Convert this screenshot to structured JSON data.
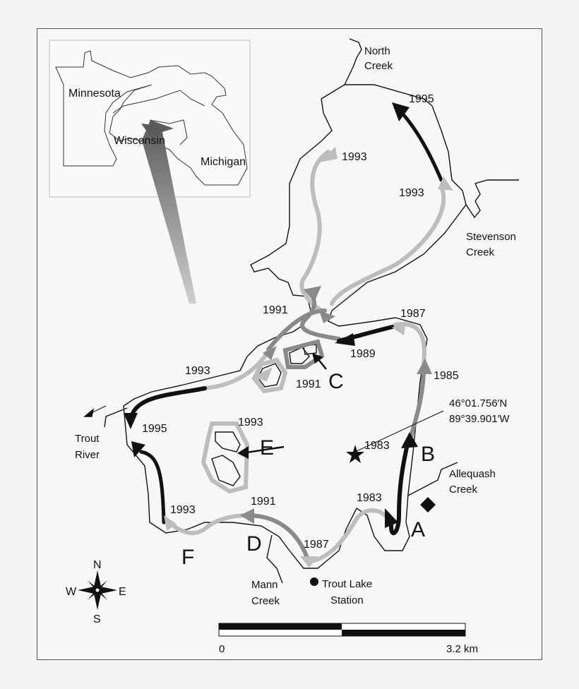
{
  "figure": {
    "type": "lake shoreline map with survey-year arrows",
    "frame_color": "#555555",
    "background": "#f6f7f7"
  },
  "inset": {
    "states": [
      "Minnesota",
      "Wisconsin",
      "Michigan"
    ]
  },
  "creeks": {
    "north": [
      "North",
      "Creek"
    ],
    "stevenson": [
      "Stevenson",
      "Creek"
    ],
    "trout_river": [
      "Trout",
      "River"
    ],
    "allequash": [
      "Allequash",
      "Creek"
    ],
    "mann": [
      "Mann",
      "Creek"
    ]
  },
  "station": [
    "Trout Lake",
    "Station"
  ],
  "coordinates": [
    "46°01.756′N",
    "89°39.901′W"
  ],
  "sites": [
    "A",
    "B",
    "C",
    "D",
    "E",
    "F"
  ],
  "years": {
    "north_1995": "1995",
    "north_1993_left": "1993",
    "north_1993_right": "1993",
    "narrows_1991": "1991",
    "east_1987": "1987",
    "east_1989": "1989",
    "east_1985": "1985",
    "islandC_1991": "1991",
    "west_1993": "1993",
    "west_1995": "1995",
    "islandE_1993": "1993",
    "center_1983": "1983",
    "south_1983": "1983",
    "south_1991": "1991",
    "south_1993": "1993",
    "south_1987": "1987"
  },
  "legend": {
    "colors": {
      "1983": "#111111",
      "1985": "#8a8a8a",
      "1987": "#bdbdbd",
      "1989": "#111111",
      "1991": "#8a8a8a",
      "1993": "#bdbdbd",
      "1995": "#111111"
    }
  },
  "compass": {
    "n": "N",
    "s": "S",
    "e": "E",
    "w": "W"
  },
  "scale": {
    "start": "0",
    "end": "3.2 km"
  }
}
